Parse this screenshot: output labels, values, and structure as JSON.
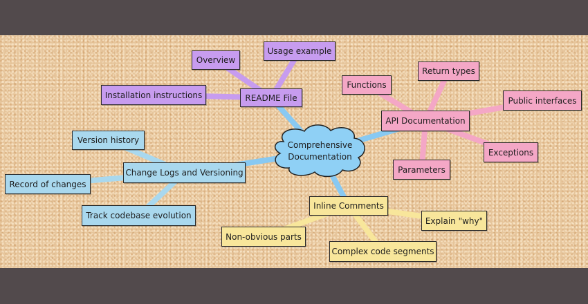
{
  "colors": {
    "frame": "#524a4c",
    "cork": "#e6c59b",
    "center": "#8fd0f5",
    "center_line": "#88c9f2"
  },
  "center": {
    "line1": "Comprehensive",
    "line2": "Documentation"
  },
  "branches": [
    {
      "label": "README File",
      "color": "#c79cef",
      "leaves": [
        "Overview",
        "Usage example",
        "Installation instructions"
      ]
    },
    {
      "label": "API Documentation",
      "color": "#f4a7c6",
      "leaves": [
        "Functions",
        "Return types",
        "Public interfaces",
        "Exceptions",
        "Parameters"
      ]
    },
    {
      "label": "Change Logs and Versioning",
      "color": "#a9d8ee",
      "leaves": [
        "Version history",
        "Record of changes",
        "Track codebase evolution"
      ]
    },
    {
      "label": "Inline Comments",
      "color": "#f8e69b",
      "leaves": [
        "Explain \"why\"",
        "Non-obvious parts",
        "Complex code segments"
      ]
    }
  ]
}
